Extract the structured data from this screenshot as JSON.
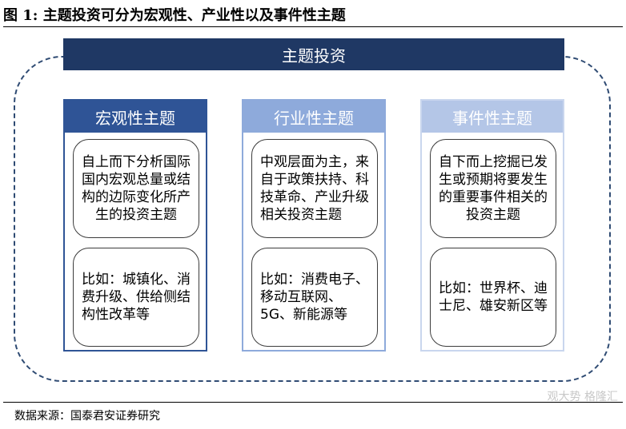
{
  "figure": {
    "title": "图 1: 主题投资可分为宏观性、产业性以及事件性主题",
    "source": "数据来源：国泰君安证券研究",
    "watermark": "观大势 格隆汇"
  },
  "diagram": {
    "banner": "主题投资",
    "columns": [
      {
        "title": "宏观性主题",
        "header_color": "#2f5496",
        "border_color": "#2f5496",
        "description": "自上而下分析国际国内宏观总量或结构的边际变化所产生的投资主题",
        "example": "比如：城镇化、消费升级、供给侧结构性改革等"
      },
      {
        "title": "行业性主题",
        "header_color": "#8eaadb",
        "border_color": "#8eaadb",
        "description": "中观层面为主，来自于政策扶持、科技革命、产业升级相关投资主题",
        "example": "比如：消费电子、移动互联网、5G、新能源等"
      },
      {
        "title": "事件性主题",
        "header_color": "#b4c6e7",
        "border_color": "#c9d6ee",
        "description": "自下而上挖掘已发生或预期将要发生的重要事件相关的投资主题",
        "example": "比如：世界杯、迪士尼、雄安新区等"
      }
    ],
    "colors": {
      "banner": "#1f3864",
      "outline": "#2f4b73"
    }
  }
}
